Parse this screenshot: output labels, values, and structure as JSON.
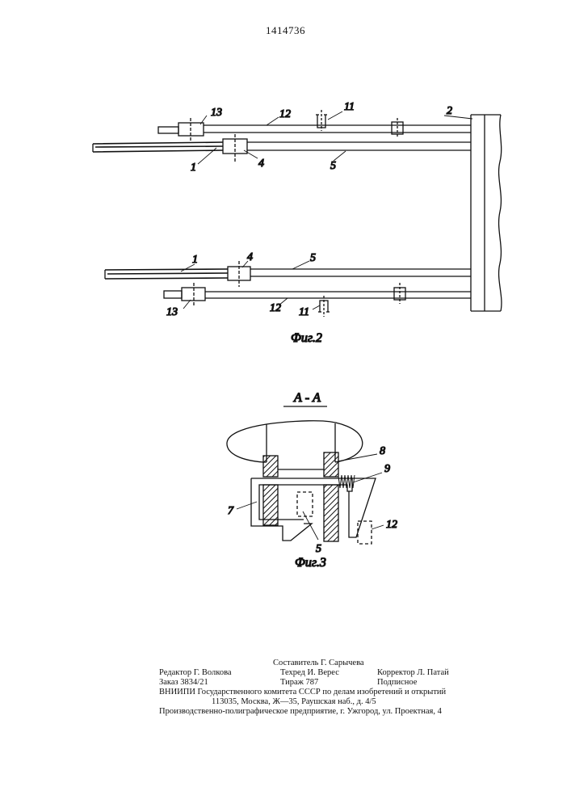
{
  "page_number": "1414736",
  "fig2": {
    "caption": "Фиг.2",
    "labels": {
      "n1a": "1",
      "n1b": "1",
      "n2": "2",
      "n4a": "4",
      "n4b": "4",
      "n5a": "5",
      "n5b": "5",
      "n11a": "11",
      "n11b": "11",
      "n12a": "12",
      "n12b": "12",
      "n13a": "13",
      "n13b": "13"
    }
  },
  "fig3": {
    "section_title": "А - А",
    "caption": "Фиг.3",
    "labels": {
      "n5": "5",
      "n7": "7",
      "n8": "8",
      "n9": "9",
      "n12": "12"
    }
  },
  "imprint": {
    "compiler": "Составитель Г. Сарычева",
    "editor": "Редактор Г. Волкова",
    "techred": "Техред И. Верес",
    "corrector": "Корректор Л. Патай",
    "order": "Заказ 3834/21",
    "circulation": "Тираж 787",
    "subscription": "Подписное",
    "institute": "ВНИИПИ Государственного комитета СССР по делам изобретений и открытий",
    "address": "113035, Москва, Ж—35, Раушская наб., д. 4/5",
    "plant": "Производственно-полиграфическое предприятие, г. Ужгород, ул. Проектная, 4"
  }
}
